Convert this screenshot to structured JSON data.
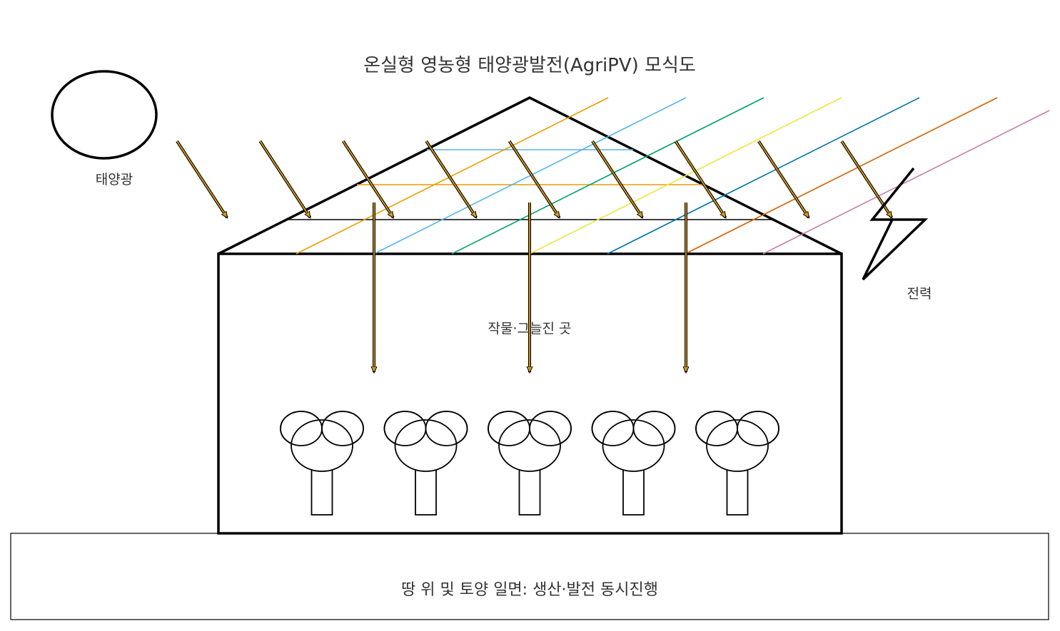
{
  "title": "온실형 영농형 태양광발전(AgriPV) 모식도",
  "sun_label": "태양광",
  "power_label": "전력",
  "interior_label": "작물·그늘진 곳",
  "ground_label": "땅 위 및 토양 일면: 생산·발전 동시진행",
  "icons": {
    "sun": "sun-icon",
    "lightning": "lightning-icon",
    "plant": "plant-icon"
  },
  "colors": {
    "sunbeam": "#D89A1A",
    "outline": "#000000",
    "panel_lines": [
      "#E69F00",
      "#56B4E9",
      "#009E73",
      "#F0E442",
      "#0072B2",
      "#D55E00",
      "#CC79A7"
    ]
  },
  "plant_count": 5,
  "sunbeam_count": 9,
  "down_beam_count": 3
}
